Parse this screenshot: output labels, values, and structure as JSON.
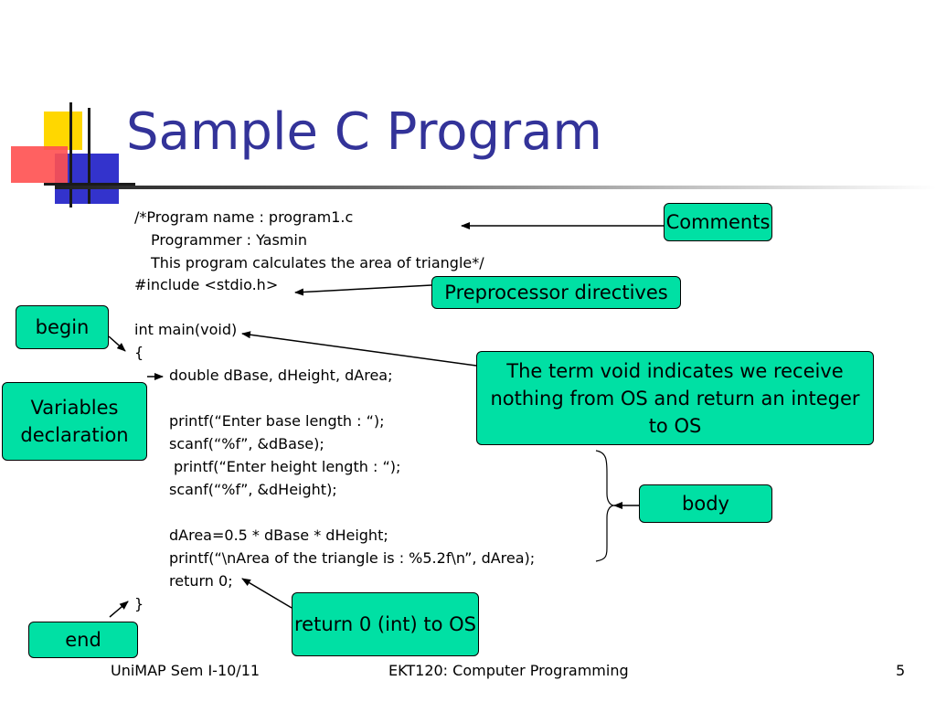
{
  "slide": {
    "title": "Sample C Program",
    "code": {
      "l1": "/*Program name : program1.c",
      "l2": "Programmer : Yasmin",
      "l3": "This program calculates the area of triangle*/",
      "l4": "#include <stdio.h>",
      "l5": "int main(void)",
      "l6": "{",
      "l7": "double dBase, dHeight, dArea;",
      "l8": "printf(“Enter base length : “);",
      "l9": "scanf(“%f”, &dBase);",
      "l10": "printf(“Enter height length : “);",
      "l11": "scanf(“%f”, &dHeight);",
      "l12": "dArea=0.5 * dBase * dHeight;",
      "l13": "printf(“\\nArea of the triangle is : %5.2f\\n”, dArea);",
      "l14": "return 0;",
      "l15": "}"
    },
    "callouts": {
      "comments": "Comments",
      "preprocessor": "Preprocessor directives",
      "begin": "begin",
      "variables": "Variables declaration",
      "void_note": "The term void indicates we receive nothing from OS and return an integer to OS",
      "body": "body",
      "return_note": "return 0 (int) to OS",
      "end": "end"
    },
    "footer": {
      "left": "UniMAP Sem I-10/11",
      "center": "EKT120: Computer Programming",
      "page": "5"
    },
    "colors": {
      "title": "#333399",
      "callout_fill": "#00e0a4"
    }
  }
}
